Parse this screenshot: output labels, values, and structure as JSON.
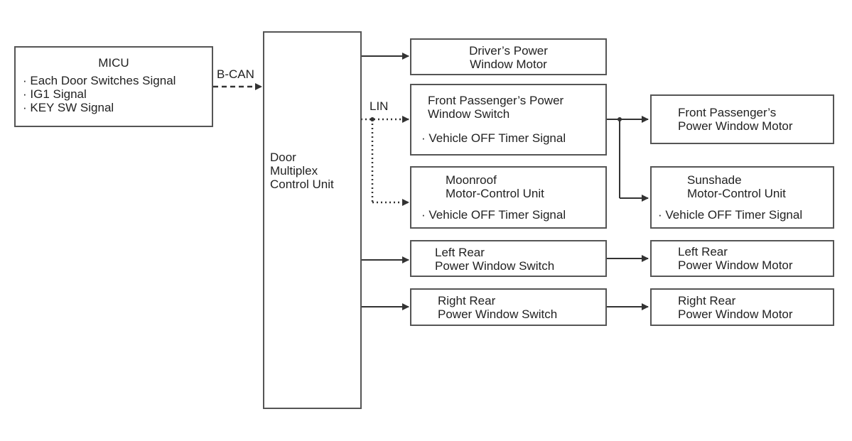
{
  "micu": {
    "title": "MICU",
    "signals": [
      "· Each Door Switches Signal",
      "· IG1 Signal",
      "· KEY SW Signal"
    ]
  },
  "bus_labels": {
    "bcan": "B-CAN",
    "lin": "LIN"
  },
  "door_unit": {
    "lines": [
      "Door",
      "Multiplex",
      "Control Unit"
    ]
  },
  "driver_motor": {
    "lines": [
      "Driver’s Power",
      "Window Motor"
    ]
  },
  "front_pass_switch": {
    "lines": [
      "Front Passenger’s Power",
      "Window Switch"
    ],
    "signal": "· Vehicle OFF Timer Signal"
  },
  "front_pass_motor": {
    "lines": [
      "Front Passenger’s",
      "Power Window Motor"
    ]
  },
  "moonroof_unit": {
    "lines": [
      "Moonroof",
      "Motor-Control Unit"
    ],
    "signal": "· Vehicle OFF Timer Signal"
  },
  "sunshade_unit": {
    "lines": [
      "Sunshade",
      "Motor-Control Unit"
    ],
    "signal": "· Vehicle OFF Timer Signal"
  },
  "left_rear_switch": {
    "lines": [
      "Left Rear",
      "Power Window Switch"
    ]
  },
  "left_rear_motor": {
    "lines": [
      "Left Rear",
      "Power Window Motor"
    ]
  },
  "right_rear_switch": {
    "lines": [
      "Right Rear",
      "Power Window Switch"
    ]
  },
  "right_rear_motor": {
    "lines": [
      "Right Rear",
      "Power Window Motor"
    ]
  }
}
